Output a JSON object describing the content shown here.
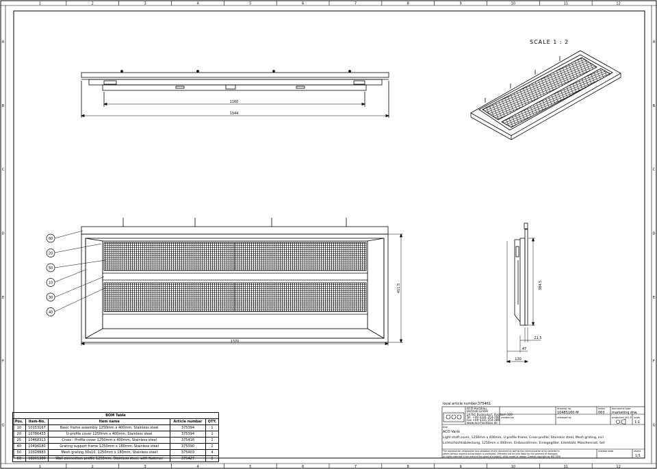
{
  "grid": {
    "columns": [
      "1",
      "2",
      "3",
      "4",
      "5",
      "6",
      "7",
      "8",
      "9",
      "10",
      "11",
      "12"
    ],
    "rows": [
      "A",
      "B",
      "C",
      "D",
      "E",
      "F",
      "G"
    ]
  },
  "scale_label": "SCALE 1 : 2",
  "dimensions": {
    "top_inner": "1160",
    "top_outer": "1344",
    "front_width": "1370",
    "front_height": "411.5",
    "side_height": "384.5",
    "side_a": "21.5",
    "side_b": "47",
    "side_c": "120"
  },
  "balloons": [
    "60",
    "20",
    "50",
    "10",
    "30",
    "40"
  ],
  "bom": {
    "caption": "BOM Table",
    "headers": [
      "Pos.",
      "Item-No.",
      "Item name",
      "Article number",
      "QTY."
    ],
    "rows": [
      [
        "10",
        "10153167",
        "Basic frame assembly 1250mm x 400mm, Stainless steel",
        "375394",
        "1"
      ],
      [
        "20",
        "10786433",
        "U-profile cover 1250mm x 400mm, Stainless steel",
        "375394",
        "1"
      ],
      [
        "25",
        "10468313",
        "Cross - Profile cover 1250mm x 400mm, Stainless steel",
        "375416",
        "1"
      ],
      [
        "40",
        "10496180",
        "Grating support frame 1250mm x 180mm, Stainless steel",
        "375390",
        "2"
      ],
      [
        "50",
        "10328883",
        "Mesh grating 30x10, 1250mm x 180mm, Stainless steel",
        "375403",
        "4"
      ],
      [
        "60",
        "10965380",
        "Wall connection profile 1250mm, Stainless steel, with fastener",
        "375427",
        "1"
      ]
    ]
  },
  "title_block": {
    "local_article_label": "local article number:",
    "local_article_number": "375461",
    "company": [
      "ACO Hochbau",
      "Vertrieb GmbH",
      "24782 Büdelsdorf, Postfach 320",
      "Tel. +49 4331 354-700",
      "Fax +49 4331 354-389",
      "www.aco-hochbau.de"
    ],
    "drawing_no_label": "drawing no.",
    "drawing_no": "10485160-M",
    "index_label": "index",
    "index": "003",
    "doc_type_label": "document type",
    "doc_type": "marketing drw.",
    "created_by": "created by",
    "released_by": "released by",
    "projection": "projection ISO-E",
    "scale_label": "scale",
    "scale": "1:1",
    "title_label": "title",
    "title_line1": "ACO Vario",
    "title_line2": "Light shaft cover, 1250mm x 400mm, U-profile frame, Cross-profile, Stainless steel, Mesh grating, incl",
    "title_line3": "Lichtschachtabdeckung, 1250mm x 400mm, Einbaurahmen, Einlegegitter, Edelstahl, Maschenrost, Set",
    "legal1": "The reproduction, distribution and utilization of this document as well as the communication of its contents to",
    "legal2": "others without express authorization is prohibited. Offenders will be held liable for the payment of damages.",
    "legal3": "All rights reserved in the event of the grant of a patent, utility model or design. Created copyright by IBD 2006",
    "release_date_label": "release date",
    "sheet_label": "sheet",
    "sheet": "1/1"
  }
}
